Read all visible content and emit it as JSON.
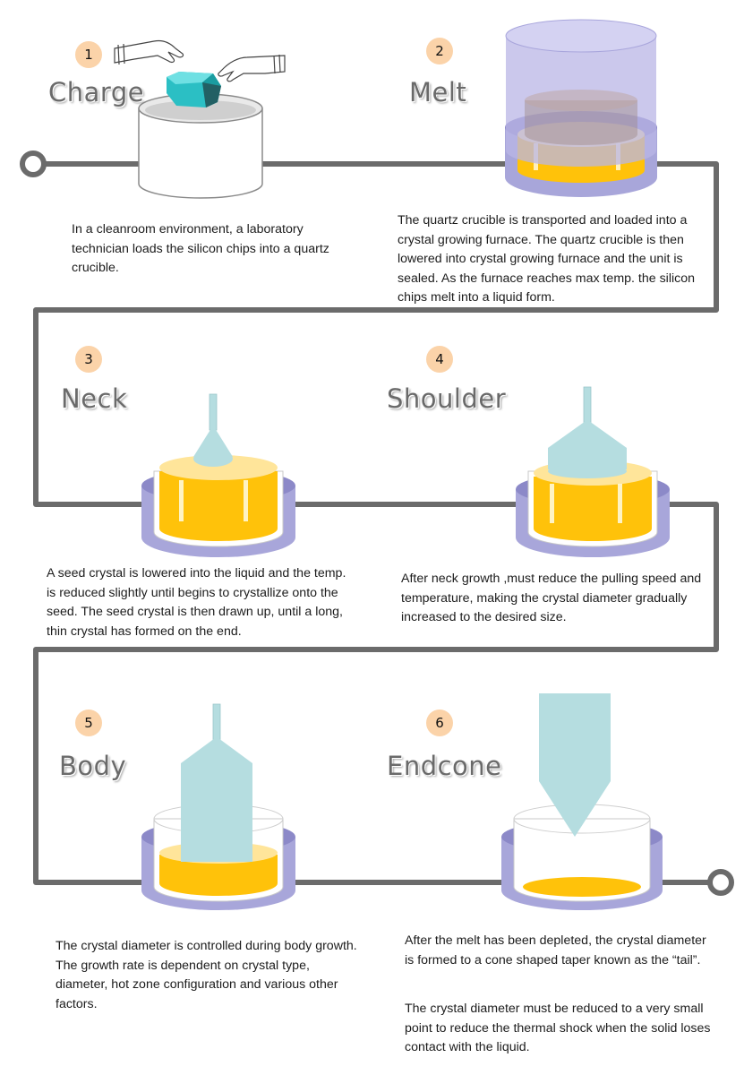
{
  "steps": [
    {
      "number": "1",
      "title": "Charge",
      "description": "In a cleanroom environment, a laboratory technician loads the silicon chips into a quartz crucible."
    },
    {
      "number": "2",
      "title": "Melt",
      "description": "The quartz crucible is transported and loaded into a crystal growing furnace. The quartz crucible is then lowered into crystal growing furnace and the unit is sealed. As the furnace reaches max temp. the silicon chips melt into a liquid form."
    },
    {
      "number": "3",
      "title": "Neck",
      "description": "A seed crystal is lowered into the liquid and the temp. is reduced slightly until begins to crystallize onto the seed. The seed crystal is then drawn up, until a long, thin crystal has formed on the end."
    },
    {
      "number": "4",
      "title": "Shoulder",
      "description": "After neck growth ,must reduce the pulling speed and temperature, making the crystal diameter gradually increased to the desired size."
    },
    {
      "number": "5",
      "title": "Body",
      "description": "The crystal diameter is controlled during body growth. The growth rate is dependent on crystal type, diameter, hot zone configuration and various other factors."
    },
    {
      "number": "6",
      "title": "Endcone",
      "description": "After the melt has been depleted, the crystal diameter is formed to a cone shaped taper known as the “tail”.",
      "note": "The crystal diameter must be reduced to a very small point to reduce the thermal shock when the solid loses contact with the liquid."
    }
  ],
  "colors": {
    "pipe": "#6b6b6b",
    "melt": "#ffc20a",
    "melt_light": "#ffe59a",
    "crucible_outer": "#a8a6da",
    "crucible_outer_dark": "#8c89c8",
    "crystal": "#b5dde0",
    "chip": "#2bbfc4",
    "furnace_lid": "#c4c2ea",
    "badge": "#fbd3a9",
    "title_text": "#6a6a6a"
  }
}
